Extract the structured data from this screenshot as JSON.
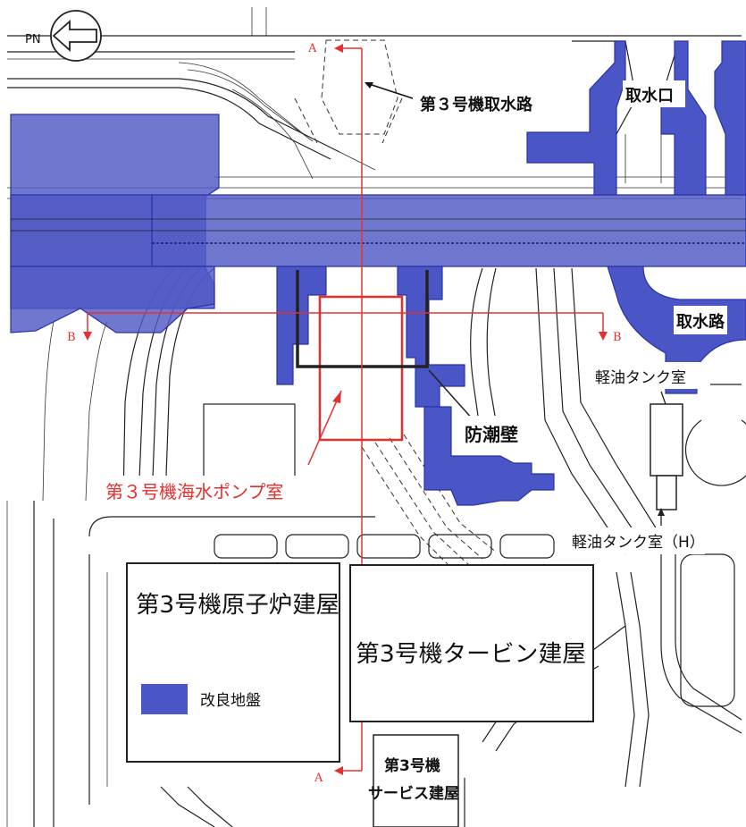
{
  "north_label": "PN",
  "labels": {
    "intake_canal_3": "第３号機取水路",
    "intake": "取水口",
    "waterway": "取水路",
    "diesel_tank_room": "軽油タンク室",
    "seawall": "防潮壁",
    "seawater_pump_room": "第３号機海水ポンプ室",
    "diesel_tank_room_h": "軽油タンク室（H）",
    "reactor_building": "第3号機原子炉建屋",
    "turbine_building": "第3号機タービン建屋",
    "service_building_line1": "第3号機",
    "service_building_line2": "サービス建屋"
  },
  "sections": {
    "a_top": "A",
    "a_bottom": "A",
    "b_left": "B",
    "b_right": "B"
  },
  "legend": {
    "improved_ground": "改良地盤",
    "swatch_color": "#4a55c6"
  },
  "colors": {
    "improved_ground": "#4a55c6",
    "section_line": "#e53030",
    "seawall": "#222222"
  }
}
